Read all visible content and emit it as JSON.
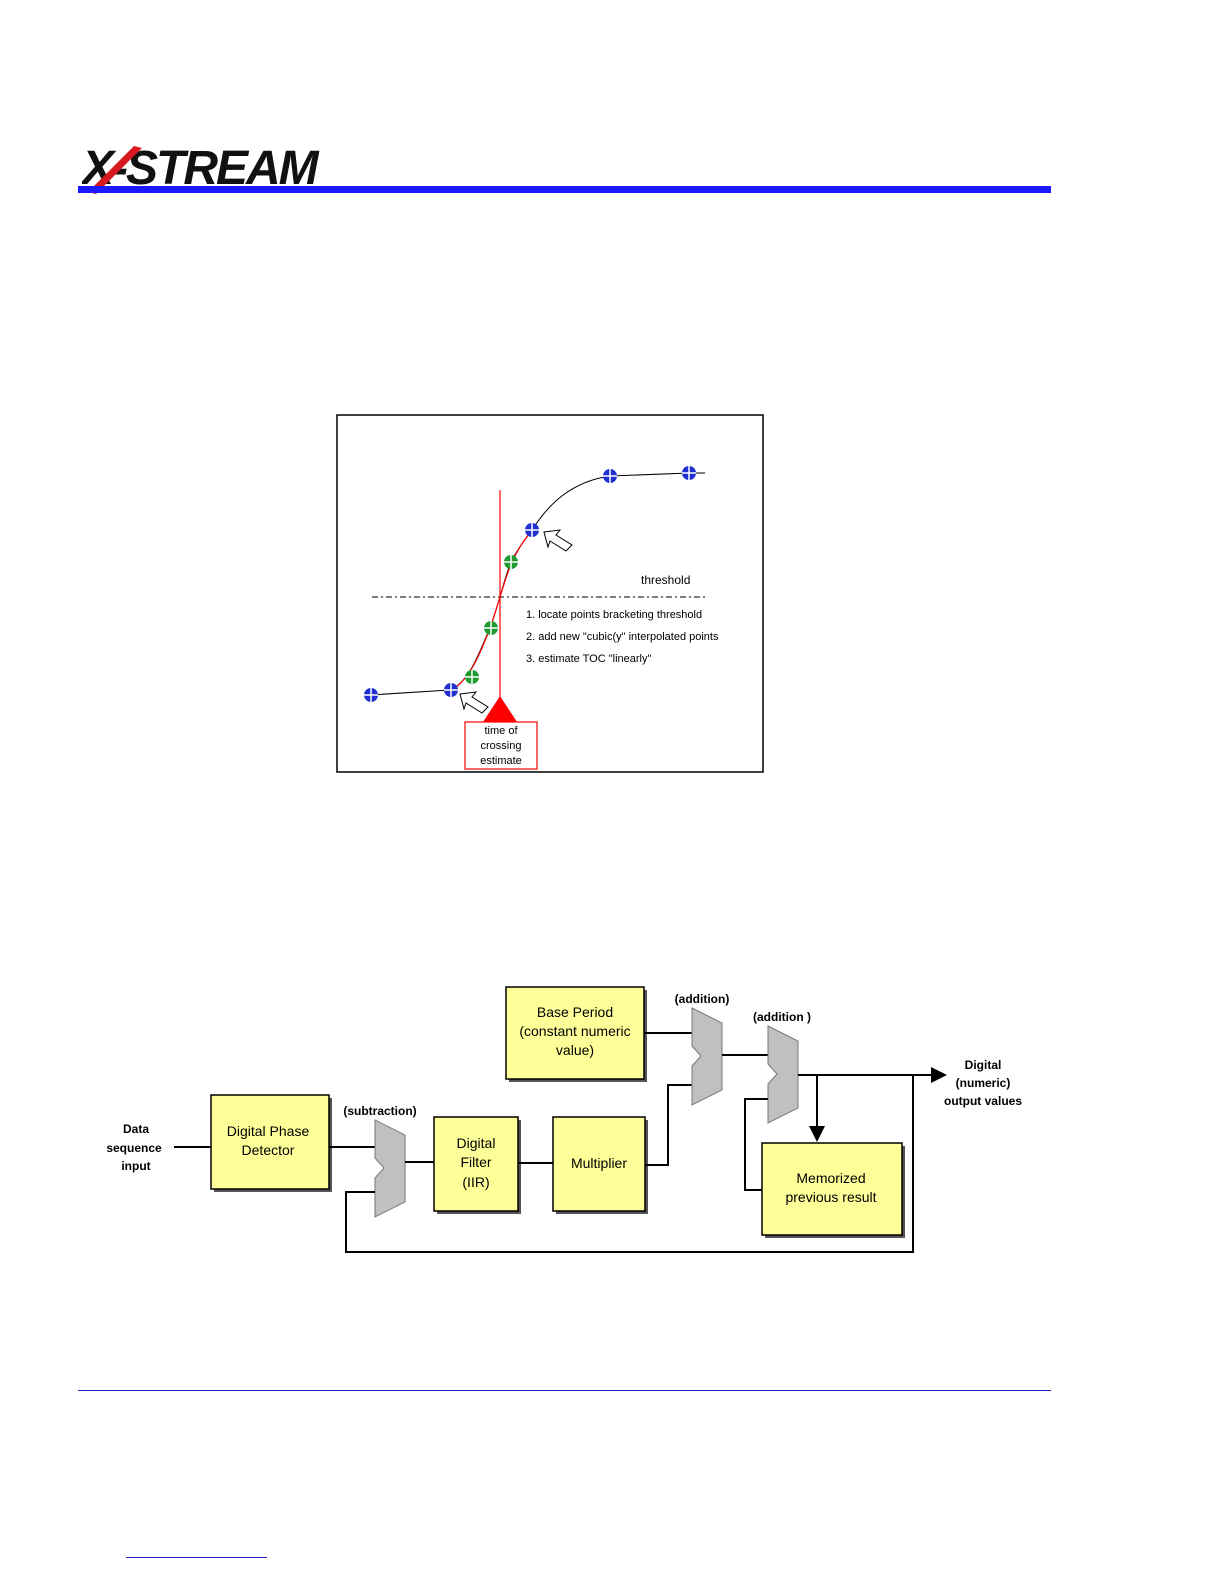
{
  "header": {
    "logo_text": "X-STREAM",
    "colors": {
      "logo_red": "#d71920",
      "logo_black": "#111111",
      "rule_blue": "#1a1aff"
    }
  },
  "figure1": {
    "threshold_label": "threshold",
    "steps": [
      "1. locate points bracketing threshold",
      "2. add new \"cubic(y\" interpolated points",
      "3. estimate TOC \"linearly\""
    ],
    "estimate_label_lines": [
      "time of",
      "crossing",
      "estimate"
    ],
    "colors": {
      "sample_point": "#1f2fd0",
      "interp_point": "#1f9a2f",
      "estimate": "#ff0000"
    }
  },
  "figure2": {
    "input_label_lines": [
      "Data",
      "sequence",
      "input"
    ],
    "phase_detector_lines": [
      "Digital Phase",
      "Detector"
    ],
    "subtraction_label": "(subtraction)",
    "filter_lines": [
      "Digital",
      "Filter",
      "(IIR)"
    ],
    "multiplier_label": "Multiplier",
    "base_period_lines": [
      "Base Period",
      "(constant numeric",
      "value)"
    ],
    "addition1_label": "(addition)",
    "addition2_label": "(addition )",
    "memorized_lines": [
      "Memorized",
      "previous result"
    ],
    "output_label_lines": [
      "Digital",
      "(numeric)",
      "output values"
    ],
    "colors": {
      "box_fill": "#ffff99",
      "adder_fill": "#c0c0c0"
    }
  }
}
